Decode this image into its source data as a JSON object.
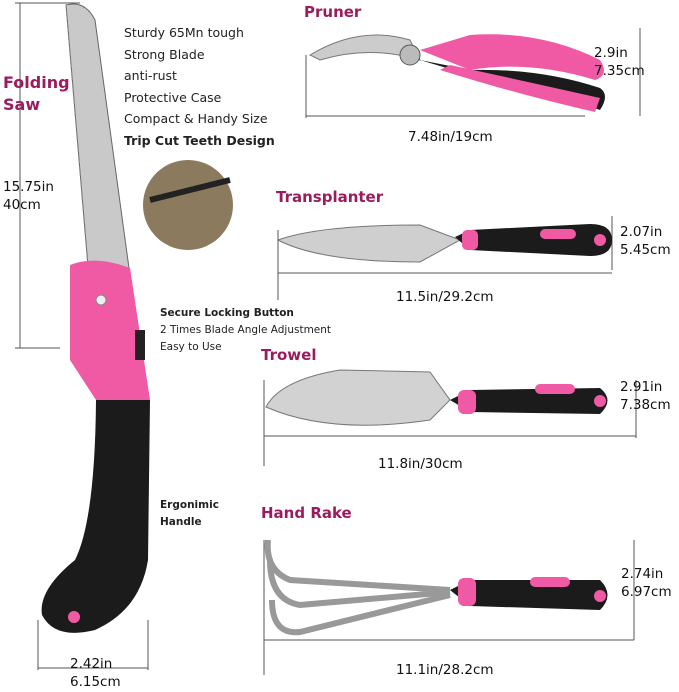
{
  "colors": {
    "accent": "#9b1c5e",
    "pink": "#f05aa4",
    "handle": "#1b1b1b",
    "blade": "#c9c9c9"
  },
  "saw": {
    "title_line1": "Folding",
    "title_line2": "Saw",
    "features": [
      "Sturdy 65Mn tough",
      "Strong Blade",
      "anti-rust",
      "Protective Case",
      "Compact &  Handy Size",
      "Trip Cut Teeth Design"
    ],
    "length_in": "15.75in",
    "length_cm": "40cm",
    "width_in": "2.42in",
    "width_cm": "6.15cm",
    "lock_title": "Secure Locking Button",
    "lock_line1": "2 Times Blade Angle Adjustment",
    "lock_line2": "Easy to Use",
    "handle_line1": "Ergonimic",
    "handle_line2": "Handle"
  },
  "pruner": {
    "title": "Pruner",
    "height_in": "2.9in",
    "height_cm": "7.35cm",
    "length": "7.48in/19cm"
  },
  "transplanter": {
    "title": "Transplanter",
    "height_in": "2.07in",
    "height_cm": "5.45cm",
    "length": "11.5in/29.2cm"
  },
  "trowel": {
    "title": "Trowel",
    "height_in": "2.91in",
    "height_cm": "7.38cm",
    "length": "11.8in/30cm"
  },
  "rake": {
    "title": "Hand Rake",
    "height_in": "2.74in",
    "height_cm": "6.97cm",
    "length": "11.1in/28.2cm"
  }
}
